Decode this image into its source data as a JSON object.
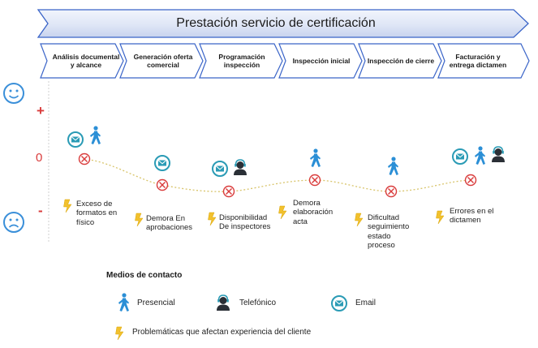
{
  "title": "Prestación servicio de certificación",
  "stages": [
    "Análisis documental y alcance",
    "Generación oferta comercial",
    "Programación inspección",
    "Inspección inicial",
    "Inspección de cierre",
    "Facturación y entrega dictamen"
  ],
  "axis": {
    "plus": "+",
    "zero": "0",
    "minus": "-"
  },
  "problems": [
    "Exceso de formatos en físico",
    "Demora En aprobaciones",
    "Disponibilidad De inspectores",
    "Demora elaboración acta",
    "Dificultad seguimiento estado proceso",
    "Errores en el dictamen"
  ],
  "touchpoint_icons": [
    [
      "email-icon",
      "walking-person-icon"
    ],
    [
      "email-icon"
    ],
    [
      "email-icon",
      "headset-icon"
    ],
    [
      "walking-person-icon"
    ],
    [
      "walking-person-icon"
    ],
    [
      "email-icon",
      "walking-person-icon",
      "headset-icon"
    ]
  ],
  "legend": {
    "title": "Medios de contacto",
    "presencial": "Presencial",
    "telefonico": "Telefónico",
    "email": "Email",
    "problems": "Problemáticas que afectan experiencia del cliente"
  },
  "colors": {
    "banner": "#3a64c8",
    "banner_light": "#ffffff",
    "icon_blue": "#2b8fd6",
    "teal": "#2a9bb5",
    "red": "#d93b3b",
    "curve": "#d8c46a",
    "lightning": "#f2c12e",
    "smiley": "#3a8fd9"
  }
}
